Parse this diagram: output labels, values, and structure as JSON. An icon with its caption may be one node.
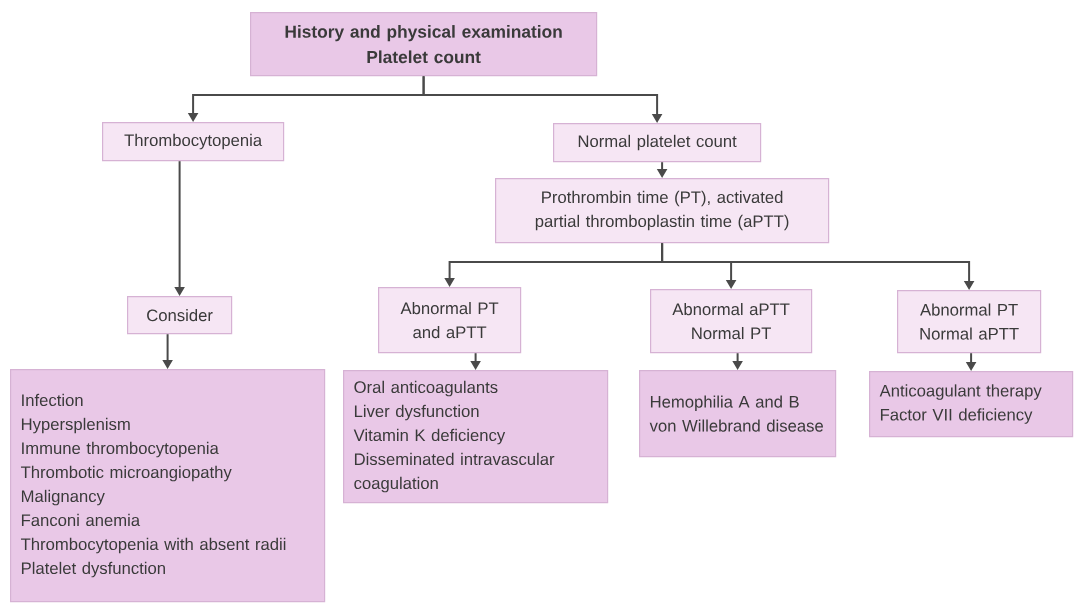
{
  "diagram": {
    "nodes": [
      {
        "text": [
          "History and physical examination",
          "Platelet count"
        ]
      },
      {
        "text": [
          "Thrombocytopenia"
        ]
      },
      {
        "text": [
          "Normal platelet count"
        ]
      },
      {
        "text": [
          "Prothrombin time (PT), activated partial thromboplastin time (aPTT)"
        ]
      },
      {
        "text": [
          "Consider"
        ]
      },
      {
        "text": [
          "Abnormal PT and aPTT"
        ]
      },
      {
        "text": [
          "Abnormal aPTT",
          "Normal PT"
        ]
      },
      {
        "text": [
          "Abnormal PT",
          "Normal aPTT"
        ]
      },
      {
        "text": [
          "Infection",
          "Hypersplenism",
          "Immune thrombocytopenia",
          "Thrombotic microangiopathy",
          "Malignancy",
          "Fanconi anemia",
          "Thrombocytopenia with absent radii",
          "Platelet dysfunction"
        ]
      },
      {
        "text": [
          "Oral anticoagulants",
          "Liver dysfunction",
          "Vitamin K deficiency",
          "Disseminated intravascular coagulation"
        ]
      },
      {
        "text": [
          "Hemophilia A and B",
          "von Willebrand disease"
        ]
      },
      {
        "text": [
          "Anticoagulant therapy",
          "Factor VII deficiency"
        ]
      }
    ],
    "edges": [
      {
        "from": 0,
        "to": 1,
        "arrow": "to"
      },
      {
        "from": 0,
        "to": 2,
        "arrow": "to"
      },
      {
        "from": 1,
        "to": 4,
        "arrow": "to"
      },
      {
        "from": 4,
        "to": 8,
        "arrow": "to"
      },
      {
        "from": 2,
        "to": 3,
        "arrow": "to"
      },
      {
        "from": 3,
        "to": 5,
        "arrow": "to"
      },
      {
        "from": 3,
        "to": 6,
        "arrow": "to"
      },
      {
        "from": 3,
        "to": 7,
        "arrow": "to"
      },
      {
        "from": 5,
        "to": 9,
        "arrow": "to"
      },
      {
        "from": 6,
        "to": 10,
        "arrow": "to"
      },
      {
        "from": 7,
        "to": 11,
        "arrow": "to"
      }
    ]
  }
}
